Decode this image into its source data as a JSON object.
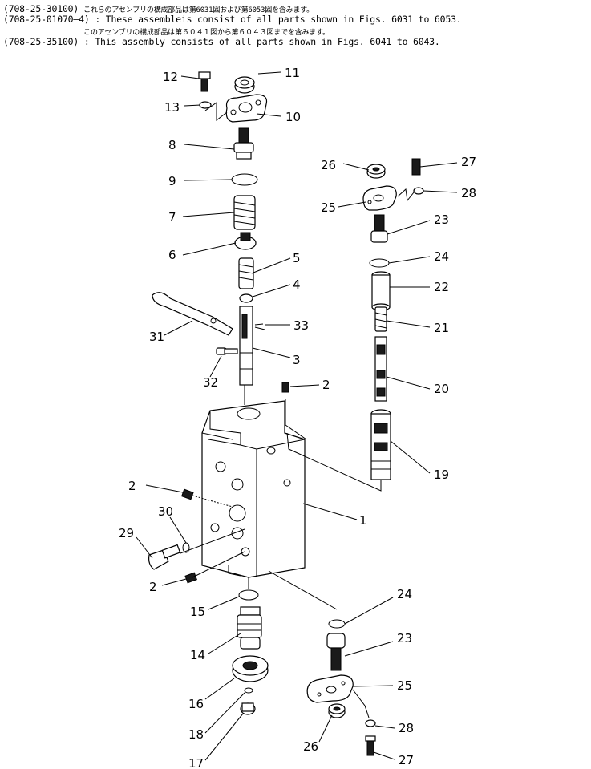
{
  "header": {
    "lines": [
      {
        "code": "(708-25-30100)",
        "text": "これらのアセンブリの構成部品は第6031図および第6053図を含みます。"
      },
      {
        "code": "(708-25-01070–4)",
        "text": ": These assembleis consist of all parts shown in Figs. 6031 to 6053."
      },
      {
        "code": "",
        "text": "このアセンブリの構成部品は第６０４１図から第６０４３図までを含みます。"
      },
      {
        "code": "(708-25-35100)",
        "text": ": This assembly consists of all parts shown in Figs. 6041 to 6043."
      }
    ]
  },
  "parts": {
    "p1": "1",
    "p2a": "2",
    "p2b": "2",
    "p2c": "2",
    "p3": "3",
    "p4": "4",
    "p5": "5",
    "p6": "6",
    "p7": "7",
    "p8": "8",
    "p9": "9",
    "p10": "10",
    "p11": "11",
    "p12": "12",
    "p13": "13",
    "p14": "14",
    "p15": "15",
    "p16": "16",
    "p17": "17",
    "p18": "18",
    "p19": "19",
    "p20": "20",
    "p21": "21",
    "p22": "22",
    "p23a": "23",
    "p23b": "23",
    "p24a": "24",
    "p24b": "24",
    "p25a": "25",
    "p25b": "25",
    "p26a": "26",
    "p26b": "26",
    "p27a": "27",
    "p27b": "27",
    "p28a": "28",
    "p28b": "28",
    "p29": "29",
    "p30": "30",
    "p31": "31",
    "p32": "32",
    "p33": "33"
  }
}
